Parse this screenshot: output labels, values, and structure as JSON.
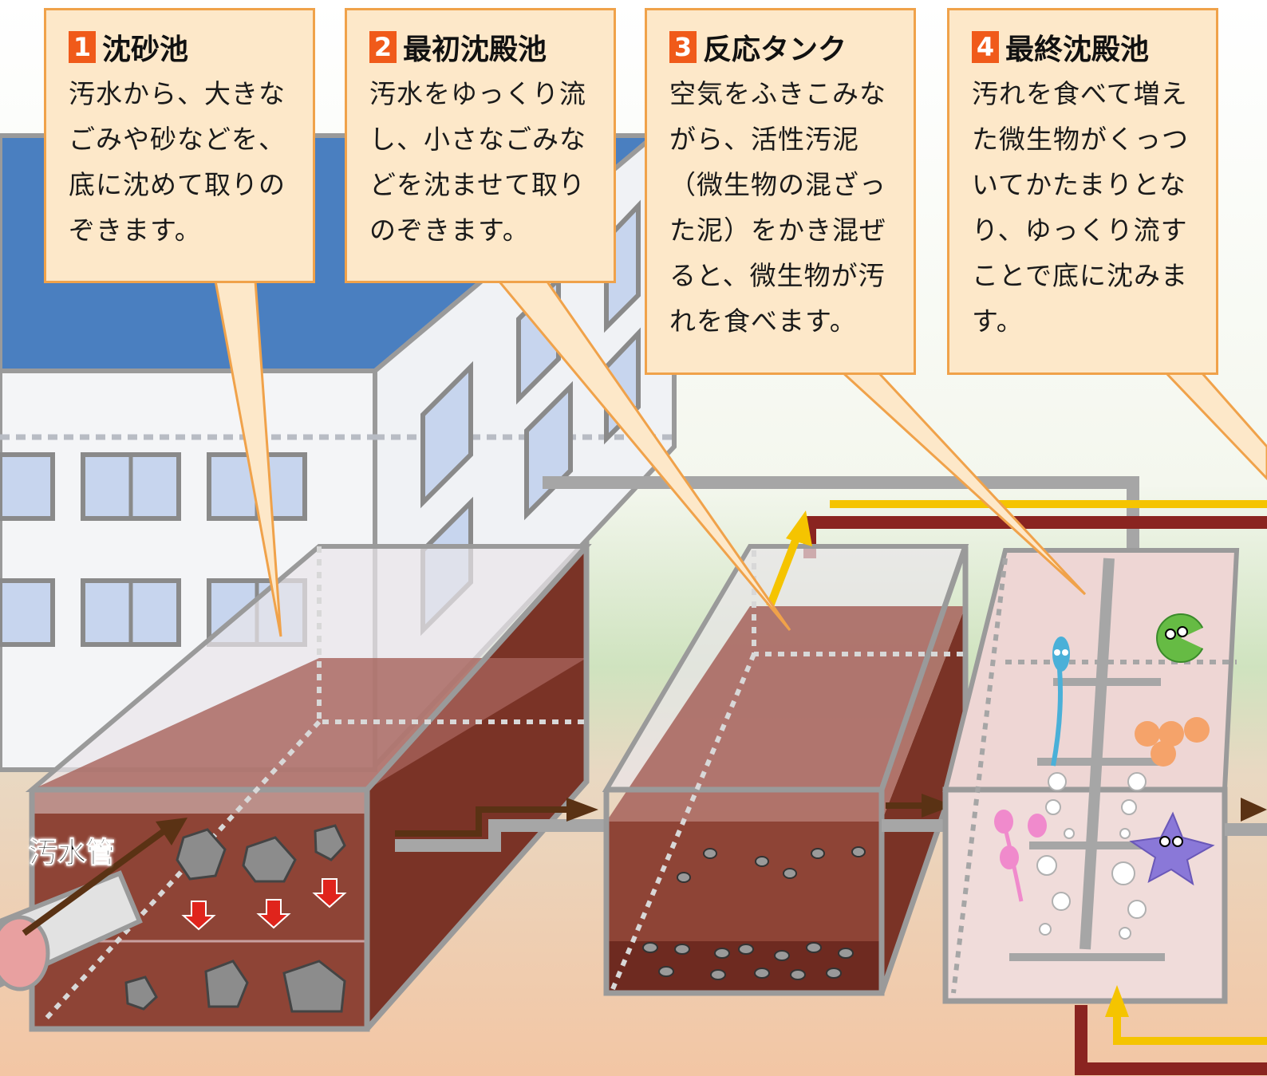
{
  "callouts": [
    {
      "number": "1",
      "title": "沈砂池",
      "text": "汚水から、大きなごみや砂などを、底に沈めて取りのぞきます。"
    },
    {
      "number": "2",
      "title": "最初沈殿池",
      "text": "汚水をゆっくり流し、小さなごみなどを沈ませて取りのぞきます。"
    },
    {
      "number": "3",
      "title": "反応タンク",
      "text": "空気をふきこみながら、活性汚泥（微生物の混ざった泥）をかき混ぜると、微生物が汚れを食べます。"
    },
    {
      "number": "4",
      "title": "最終沈殿池",
      "text": "汚れを食べて増えた微生物がくっついてかたまりとなり、ゆっくり流すことで底に沈みます。"
    }
  ],
  "labels": {
    "sewer_pipe": "汚水管"
  },
  "colors": {
    "callout_bg": "#fde8c9",
    "callout_border": "#f0a24a",
    "number_badge": "#f05a1a",
    "sewage": "#8e4436",
    "roof": "#4a7fc0",
    "settle_arrow": "#e0241c",
    "flow_arrow": "#5a3214",
    "air_arrow": "#f5c400",
    "sludge_pipe": "#8a2420"
  }
}
